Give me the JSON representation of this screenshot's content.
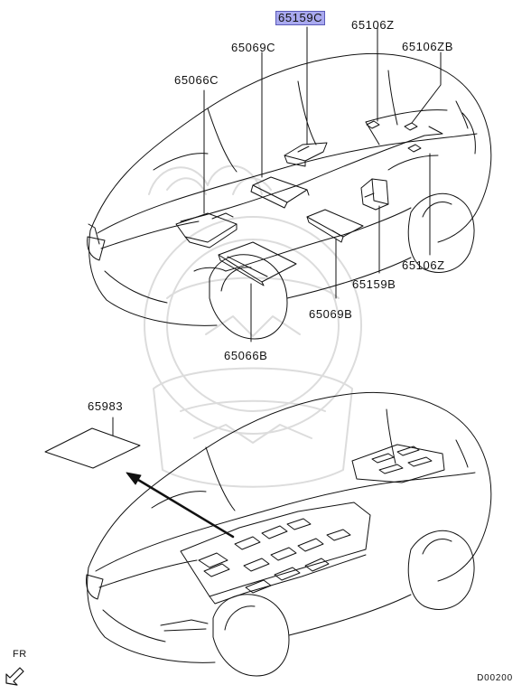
{
  "parts": [
    {
      "id": "p65159C",
      "number": "65159C",
      "highlighted": true
    },
    {
      "id": "p65106Z_top",
      "number": "65106Z",
      "highlighted": false
    },
    {
      "id": "p65069C",
      "number": "65069C",
      "highlighted": false
    },
    {
      "id": "p65106ZB",
      "number": "65106ZB",
      "highlighted": false
    },
    {
      "id": "p65066C",
      "number": "65066C",
      "highlighted": false
    },
    {
      "id": "p65106Z_right",
      "number": "65106Z",
      "highlighted": false
    },
    {
      "id": "p65159B",
      "number": "65159B",
      "highlighted": false
    },
    {
      "id": "p65069B",
      "number": "65069B",
      "highlighted": false
    },
    {
      "id": "p65066B",
      "number": "65066B",
      "highlighted": false
    },
    {
      "id": "p65983",
      "number": "65983",
      "highlighted": false
    }
  ],
  "direction_label": "FR",
  "diagram_code": "D00200",
  "colors": {
    "line": "#111111",
    "highlight_bg": "#a9a9ef",
    "watermark": "#d9d9d9"
  },
  "icons": {
    "direction": "front-arrow-icon",
    "watermark": "samurai-helmet-watermark"
  }
}
